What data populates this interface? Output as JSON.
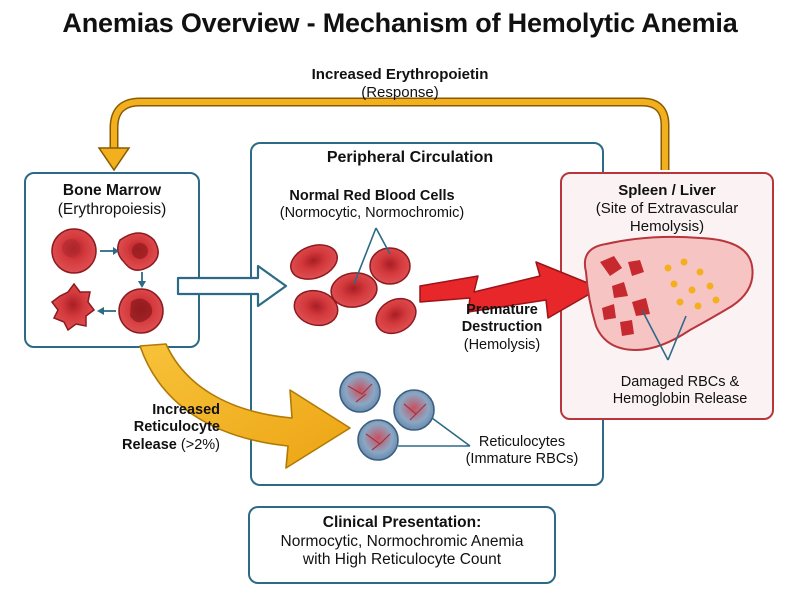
{
  "title": "Anemias Overview - Mechanism of Hemolytic Anemia",
  "feedback": {
    "line1": "Increased Erythropoietin",
    "line2": "(Response)"
  },
  "bone_marrow": {
    "title": "Bone Marrow",
    "subtitle": "(Erythropoiesis)"
  },
  "circulation": {
    "title": "Peripheral Circulation"
  },
  "normal_rbc": {
    "line1": "Normal Red Blood Cells",
    "line2": "(Normocytic, Normochromic)"
  },
  "spleen": {
    "title": "Spleen / Liver",
    "line2": "(Site of Extravascular",
    "line3": "Hemolysis)"
  },
  "destruction": {
    "line1": "Premature",
    "line2": "Destruction",
    "line3": "(Hemolysis)"
  },
  "damaged": {
    "line1": "Damaged RBCs &",
    "line2": "Hemoglobin Release"
  },
  "release": {
    "line1": "Increased",
    "line2": "Reticulocyte",
    "line3_bold": "Release",
    "line3_rest": " (>2%)"
  },
  "retic": {
    "line1": "Reticulocytes",
    "line2": "(Immature RBCs)"
  },
  "clinical": {
    "title": "Clinical Presentation:",
    "line2": "Normocytic, Normochromic Anemia",
    "line3": "with High Reticulocyte Count"
  },
  "colors": {
    "blue_border": "#2d6a86",
    "red_border": "#b8363b",
    "arrow_yellow": "#f2b01e",
    "rbc_red": "#d8363a",
    "retic_blue": "#6a8fb0"
  }
}
